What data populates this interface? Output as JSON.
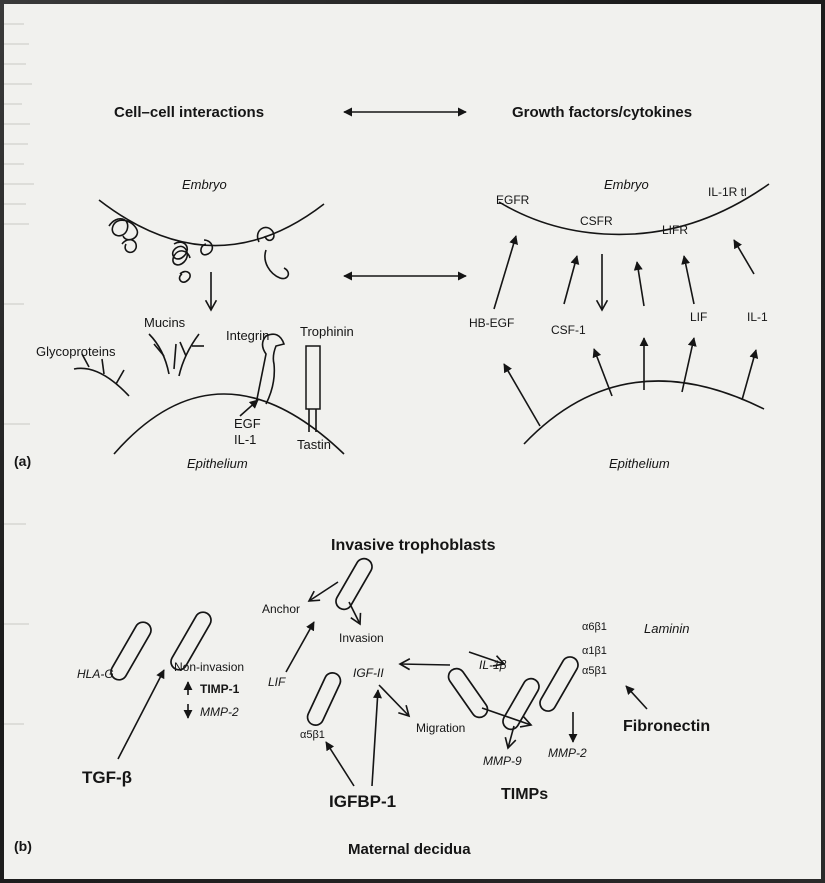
{
  "panel_a": {
    "label": "(a)",
    "left_title": "Cell–cell interactions",
    "right_title": "Growth factors/cytokines",
    "embryo_left": "Embryo",
    "embryo_right": "Embryo",
    "epithelium_left": "Epithelium",
    "epithelium_right": "Epithelium",
    "glycoproteins": "Glycoproteins",
    "mucins": "Mucins",
    "integrin": "Integrin",
    "trophinin": "Trophinin",
    "egf": "EGF",
    "il1_left": "IL-1",
    "tastin": "Tastin",
    "egfr": "EGFR",
    "csfr": "CSFR",
    "lifr": "LIFR",
    "il1r": "IL-1R tl",
    "hbegf": "HB-EGF",
    "csf1": "CSF-1",
    "lif": "LIF",
    "il1_right": "IL-1"
  },
  "panel_b": {
    "label": "(b)",
    "title": "Invasive trophoblasts",
    "anchor": "Anchor",
    "invasion": "Invasion",
    "hla_g": "HLA-G",
    "non_invasion": "Non-invasion",
    "timp1": "TIMP-1",
    "mmp2_left": "MMP-2",
    "lif": "LIF",
    "tgf_beta": "TGF-β",
    "a5b1_left": "α5β1",
    "igf2": "IGF-II",
    "migration": "Migration",
    "il1b": "IL-1β",
    "mmp9": "MMP-9",
    "mmp2_right": "MMP-2",
    "a6b1": "α6β1",
    "a1b1": "α1β1",
    "a5b1_right": "α5β1",
    "laminin": "Laminin",
    "fibronectin": "Fibronectin",
    "igfbp1": "IGFBP-1",
    "timps": "TIMPs",
    "maternal_decidua": "Maternal decidua"
  }
}
